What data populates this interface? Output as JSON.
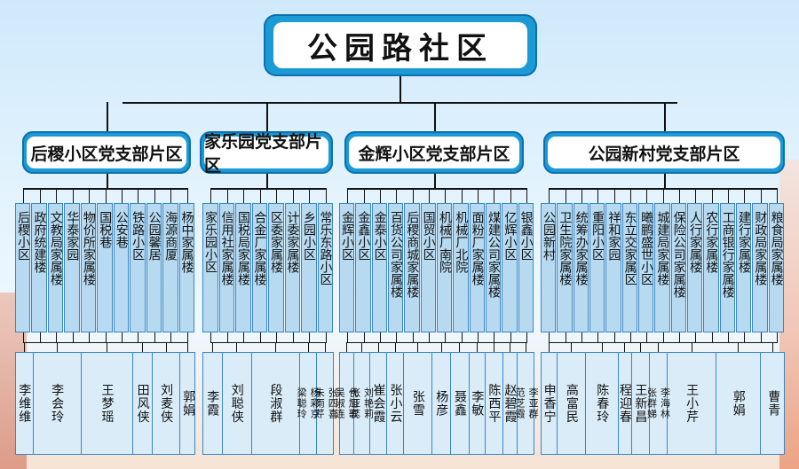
{
  "title": "公园路社区",
  "branches": [
    {
      "label": "后稷小区党支部片区",
      "buildings": [
        "后稷小区",
        "政府统建楼",
        "文教局家属楼",
        "华泰家园",
        "物价所家属楼",
        "国税巷",
        "公安巷",
        "铁路小区",
        "公园馨居",
        "海源商厦",
        "杨中家属楼"
      ],
      "leaders": [
        {
          "names": [
            "李维维"
          ]
        },
        {
          "names": [
            "李会玲"
          ]
        },
        {
          "names": [
            "王梦瑶"
          ]
        },
        {
          "names": [
            "田风侠"
          ]
        },
        {
          "names": [
            "刘麦侠"
          ]
        },
        {
          "names": [
            "郭娟"
          ]
        }
      ]
    },
    {
      "label": "家乐园党支部片区",
      "buildings": [
        "家乐园小区",
        "信用社家属楼",
        "国税局家属楼",
        "合金厂家属楼",
        "区委家属楼",
        "计委家属楼",
        "乡园小区",
        "常乐东路小区"
      ],
      "leaders": [
        {
          "names": [
            "李霞"
          ]
        },
        {
          "names": [
            "刘聪侠"
          ]
        },
        {
          "names": [
            "段淑群"
          ]
        },
        {
          "names": [
            "杨彩京",
            "梁聪玲"
          ]
        },
        {
          "names": [
            "张四喜",
            "朱雨芹"
          ]
        }
      ]
    },
    {
      "label": "金辉小区党支部片区",
      "buildings": [
        "金辉小区",
        "金鑫小区",
        "金泰小区",
        "百货公司家属楼",
        "后稷商城家属楼",
        "国贸小区",
        "机械厂南院",
        "机械厂北院",
        "面粉厂家属楼",
        "煤建公司家属楼",
        "亿辉小区",
        "银鑫小区"
      ],
      "leaders": [
        {
          "names": [
            "代旭歌",
            "吴淑连"
          ]
        },
        {
          "names": [
            "刘艳莉",
            "张亚蕊"
          ]
        },
        {
          "names": [
            "崔会霞"
          ]
        },
        {
          "names": [
            "张小云"
          ]
        },
        {
          "names": [
            "张雪"
          ]
        },
        {
          "names": [
            "杨彦"
          ]
        },
        {
          "names": [
            "聂鑫"
          ]
        },
        {
          "names": [
            "李敏"
          ]
        },
        {
          "names": [
            "陈西平"
          ]
        },
        {
          "names": [
            "赵碧霞"
          ]
        },
        {
          "names": [
            "李亚群",
            "范芝霞"
          ]
        }
      ]
    },
    {
      "label": "公园新村党支部片区",
      "buildings": [
        "公园新村",
        "卫生院家属楼",
        "统筹办家属楼",
        "重阳小区",
        "祥和家园",
        "东立交家属区",
        "曦鹏盛世小区",
        "城建局家属楼",
        "保险公司家属楼",
        "人行家属楼",
        "农行家属楼",
        "工商银行家属楼",
        "建行家属楼",
        "财政局家属楼",
        "粮食局家属楼"
      ],
      "leaders": [
        {
          "names": [
            "申香宁"
          ]
        },
        {
          "names": [
            "高富民"
          ]
        },
        {
          "names": [
            "陈春玲"
          ]
        },
        {
          "names": [
            "程迎春"
          ]
        },
        {
          "names": [
            "王新昌"
          ]
        },
        {
          "names": [
            "李海林",
            "张群娣"
          ]
        },
        {
          "names": [
            "王小芹"
          ]
        },
        {
          "names": [
            "郭娟"
          ]
        },
        {
          "names": [
            "曹青"
          ]
        }
      ]
    }
  ]
}
